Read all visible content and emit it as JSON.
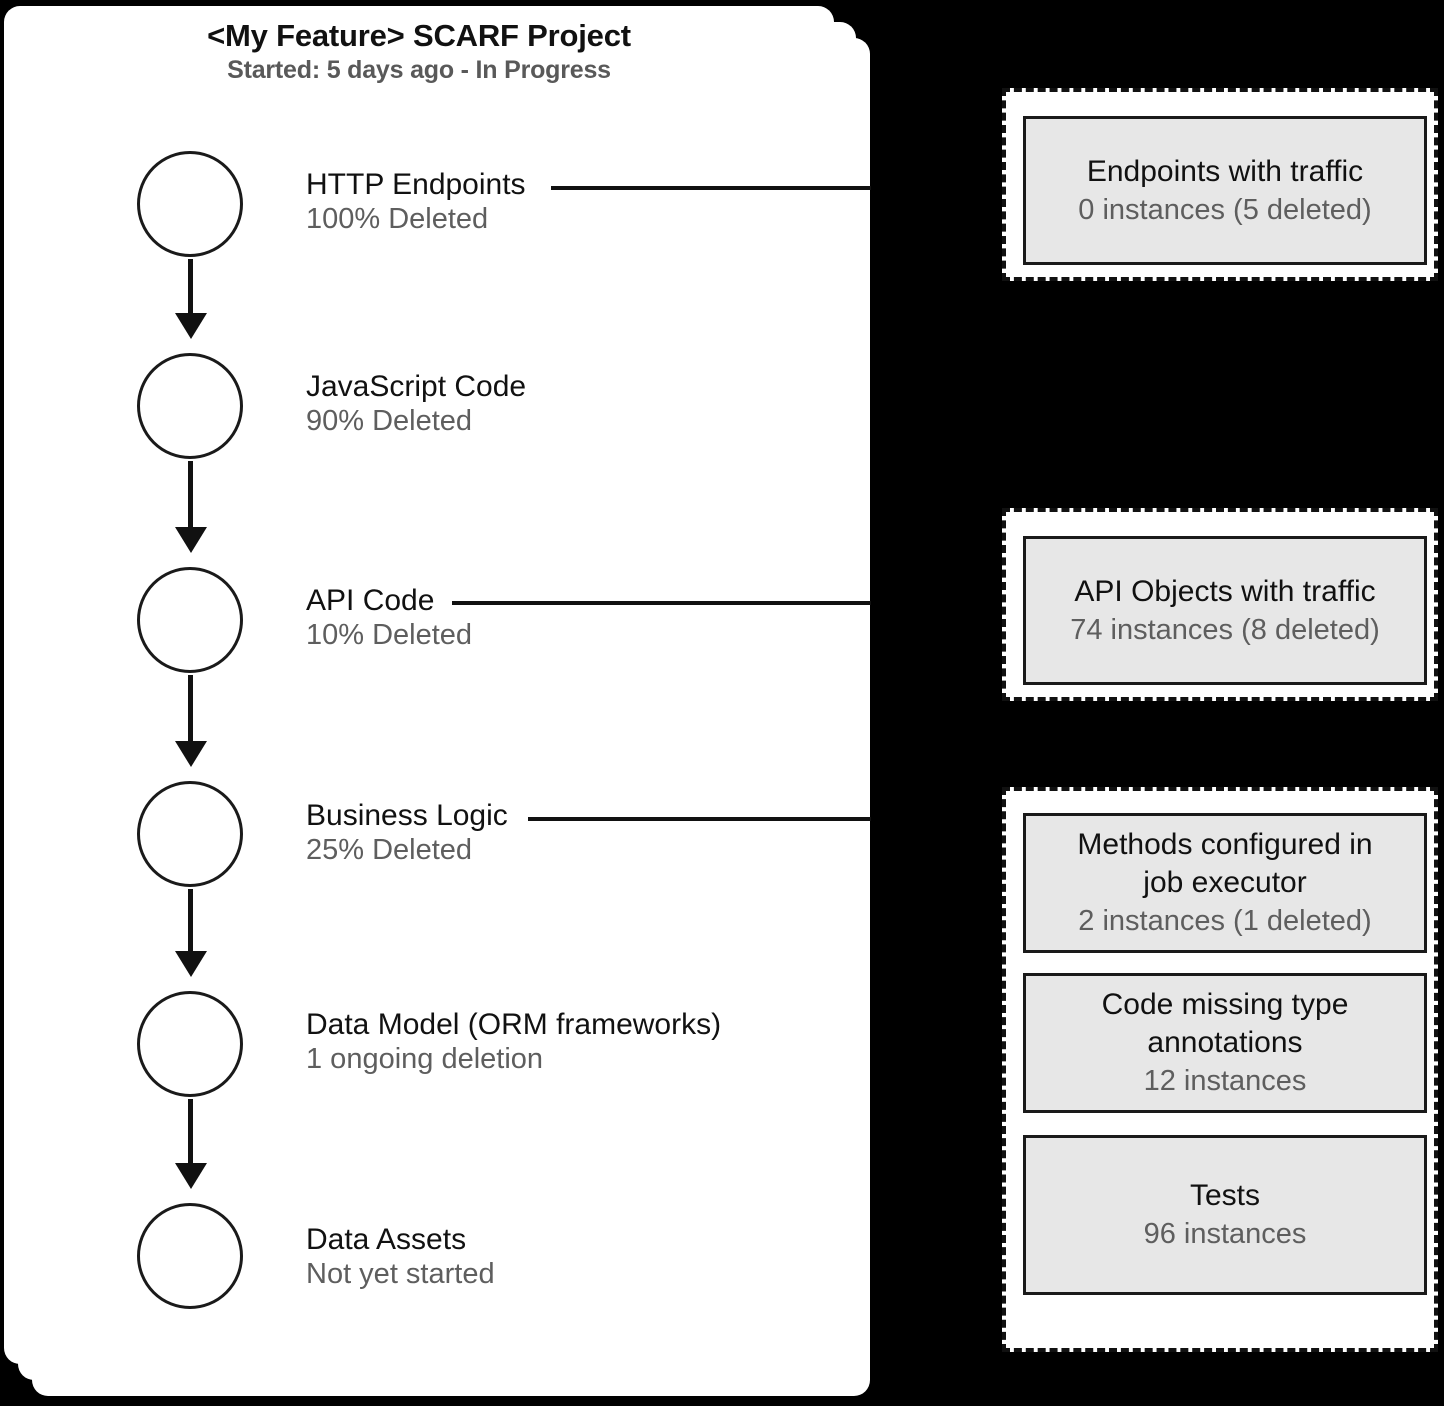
{
  "project": {
    "title": "<My Feature> SCARF Project",
    "status": "Started: 5 days ago - In Progress"
  },
  "pipeline": {
    "nodes": [
      {
        "label": "HTTP Endpoints",
        "detail": "100% Deleted"
      },
      {
        "label": "JavaScript Code",
        "detail": "90% Deleted"
      },
      {
        "label": "API Code",
        "detail": "10% Deleted"
      },
      {
        "label": "Business Logic",
        "detail": "25% Deleted"
      },
      {
        "label": "Data Model (ORM frameworks)",
        "detail": "1 ongoing deletion"
      },
      {
        "label": "Data Assets",
        "detail": "Not yet started"
      }
    ]
  },
  "groups": [
    {
      "metrics": [
        {
          "title": "Endpoints with traffic",
          "detail": "0 instances (5 deleted)"
        }
      ]
    },
    {
      "metrics": [
        {
          "title": "API Objects with traffic",
          "detail": "74 instances (8 deleted)"
        }
      ]
    },
    {
      "metrics": [
        {
          "title": "Methods configured in job executor",
          "title_line1": "Methods configured in",
          "title_line2": "job executor",
          "detail": "2 instances (1 deleted)"
        },
        {
          "title": "Code missing type annotations",
          "title_line1": "Code missing type",
          "title_line2": "annotations",
          "detail": "12 instances"
        },
        {
          "title": "Tests",
          "title_line1": "Tests",
          "title_line2": "",
          "detail": "96 instances"
        }
      ]
    }
  ],
  "colors": {
    "background": "#000000",
    "card": "#ffffff",
    "stroke": "#111111",
    "metric_fill": "#e7e7e7",
    "muted_text": "#5e5e5e"
  }
}
